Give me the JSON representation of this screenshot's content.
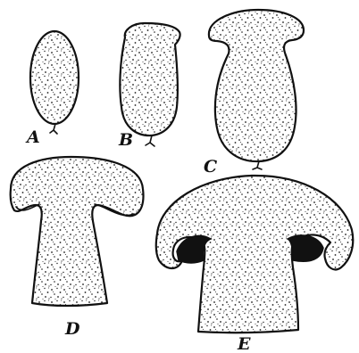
{
  "figure": {
    "stages": [
      {
        "id": "A",
        "label": "A"
      },
      {
        "id": "B",
        "label": "B"
      },
      {
        "id": "C",
        "label": "C"
      },
      {
        "id": "D",
        "label": "D"
      },
      {
        "id": "E",
        "label": "E"
      }
    ]
  }
}
